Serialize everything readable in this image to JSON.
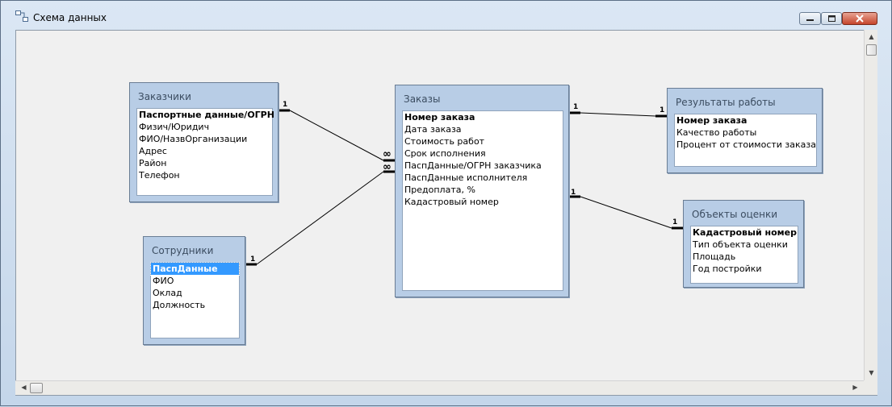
{
  "window": {
    "title": "Схема данных"
  },
  "tables": {
    "customers": {
      "title": "Заказчики",
      "fields": [
        "Паспортные данные/ОГРН",
        "Физич/Юридич",
        "ФИО/НазвОрганизации",
        "Адрес",
        "Район",
        "Телефон"
      ]
    },
    "employees": {
      "title": "Сотрудники",
      "fields": [
        "ПаспДанные",
        "ФИО",
        "Оклад",
        "Должность"
      ]
    },
    "orders": {
      "title": "Заказы",
      "fields": [
        "Номер заказа",
        "Дата заказа",
        "Стоимость работ",
        "Срок исполнения",
        "ПаспДанные/ОГРН заказчика",
        "ПаспДанные исполнителя",
        "Предоплата, %",
        "Кадастровый номер"
      ]
    },
    "results": {
      "title": "Результаты работы",
      "fields": [
        "Номер заказа",
        "Качество работы",
        "Процент от стоимости заказа"
      ]
    },
    "objects": {
      "title": "Объекты оценки",
      "fields": [
        "Кадастровый номер",
        "Тип объекта оценки",
        "Площадь",
        "Год постройки"
      ]
    }
  },
  "relations": {
    "one": "1",
    "many": "∞"
  }
}
